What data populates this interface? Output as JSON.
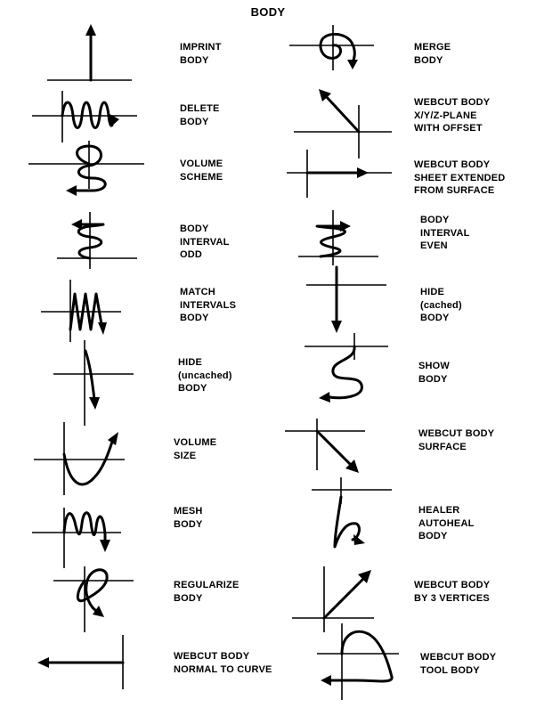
{
  "title": "BODY",
  "items": [
    {
      "id": "imprint-body",
      "lines": [
        "IMPRINT",
        "BODY"
      ]
    },
    {
      "id": "merge-body",
      "lines": [
        "MERGE",
        "BODY"
      ]
    },
    {
      "id": "delete-body",
      "lines": [
        "DELETE",
        "BODY"
      ]
    },
    {
      "id": "webcut-body-plane-offset",
      "lines": [
        "WEBCUT BODY",
        "X/Y/Z-PLANE",
        "WITH OFFSET"
      ]
    },
    {
      "id": "volume-scheme",
      "lines": [
        "VOLUME",
        "SCHEME"
      ]
    },
    {
      "id": "webcut-body-sheet-extended",
      "lines": [
        "WEBCUT BODY",
        "SHEET EXTENDED",
        "FROM SURFACE"
      ]
    },
    {
      "id": "body-interval-odd",
      "lines": [
        "BODY",
        "INTERVAL",
        "ODD"
      ]
    },
    {
      "id": "body-interval-even",
      "lines": [
        "BODY",
        "INTERVAL",
        "EVEN"
      ]
    },
    {
      "id": "match-intervals-body",
      "lines": [
        "MATCH",
        "INTERVALS",
        "BODY"
      ]
    },
    {
      "id": "hide-cached-body",
      "lines": [
        "HIDE",
        "(cached)",
        "BODY"
      ]
    },
    {
      "id": "hide-uncached-body",
      "lines": [
        "HIDE",
        "(uncached)",
        "BODY"
      ]
    },
    {
      "id": "show-body",
      "lines": [
        "SHOW",
        "BODY"
      ]
    },
    {
      "id": "volume-size",
      "lines": [
        "VOLUME",
        "SIZE"
      ]
    },
    {
      "id": "webcut-body-surface",
      "lines": [
        "WEBCUT BODY",
        "SURFACE"
      ]
    },
    {
      "id": "mesh-body",
      "lines": [
        "MESH",
        "BODY"
      ]
    },
    {
      "id": "healer-autoheal-body",
      "lines": [
        "HEALER",
        "AUTOHEAL",
        "BODY"
      ]
    },
    {
      "id": "regularize-body",
      "lines": [
        "REGULARIZE",
        "BODY"
      ]
    },
    {
      "id": "webcut-body-3-vertices",
      "lines": [
        "WEBCUT BODY",
        "BY 3 VERTICES"
      ]
    },
    {
      "id": "webcut-body-normal-to-curve",
      "lines": [
        "WEBCUT BODY",
        "NORMAL TO CURVE"
      ]
    },
    {
      "id": "webcut-body-tool-body",
      "lines": [
        "WEBCUT BODY",
        "TOOL BODY"
      ]
    }
  ]
}
